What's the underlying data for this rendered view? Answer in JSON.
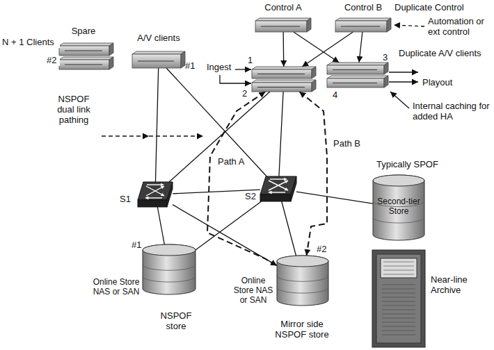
{
  "diagram": {
    "nodes": [
      {
        "text": [
          "Control A"
        ]
      },
      {
        "text": [
          "Control B"
        ]
      },
      {
        "text": [
          "Spare"
        ]
      },
      {
        "text": [
          "A/V clients",
          "#1"
        ]
      },
      {
        "text": [
          "1",
          "2"
        ]
      },
      {
        "text": [
          "3",
          "4"
        ]
      },
      {
        "text": [
          "S1"
        ]
      },
      {
        "text": [
          "S2"
        ]
      },
      {
        "text": [
          "#1",
          "Online Store NAS or SAN",
          "NSPOF store"
        ]
      },
      {
        "text": [
          "#2",
          "Online Store NAS or SAN",
          "Mirror side NSPOF store"
        ]
      },
      {
        "text": [
          "Second-tier Store"
        ]
      },
      {
        "text": [
          "Near-line Archive"
        ]
      }
    ],
    "edges": [
      {
        "from": 0,
        "to": 4,
        "arrow": "to"
      },
      {
        "from": 0,
        "to": 5,
        "arrow": "to"
      },
      {
        "from": 1,
        "to": 4,
        "arrow": "to"
      },
      {
        "from": 1,
        "to": 5,
        "arrow": "to"
      },
      {
        "from": 3,
        "to": 6,
        "arrow": "none"
      },
      {
        "from": 3,
        "to": 7,
        "arrow": "none"
      },
      {
        "from": 4,
        "to": 6,
        "arrow": "none"
      },
      {
        "from": 4,
        "to": 7,
        "arrow": "none"
      },
      {
        "from": 6,
        "to": 7,
        "arrow": "none"
      },
      {
        "from": 6,
        "to": 8,
        "arrow": "none"
      },
      {
        "from": 6,
        "to": 9,
        "arrow": "none"
      },
      {
        "from": 7,
        "to": 8,
        "arrow": "none"
      },
      {
        "from": 7,
        "to": 9,
        "arrow": "none"
      },
      {
        "from": 7,
        "to": 10,
        "arrow": "none"
      },
      {
        "from": 4,
        "to": 9,
        "label": "Path A",
        "arrow": "both"
      },
      {
        "from": 4,
        "to": 9,
        "label": "Path B",
        "arrow": "both"
      }
    ],
    "labels": [
      "Duplicate Control",
      "Automation or ext control",
      "N + 1 Clients",
      "#2",
      "NSPOF dual link pathing",
      "Ingest",
      "Duplicate A/V clients",
      "Playout",
      "Internal caching for added HA",
      "Typically SPOF"
    ]
  }
}
